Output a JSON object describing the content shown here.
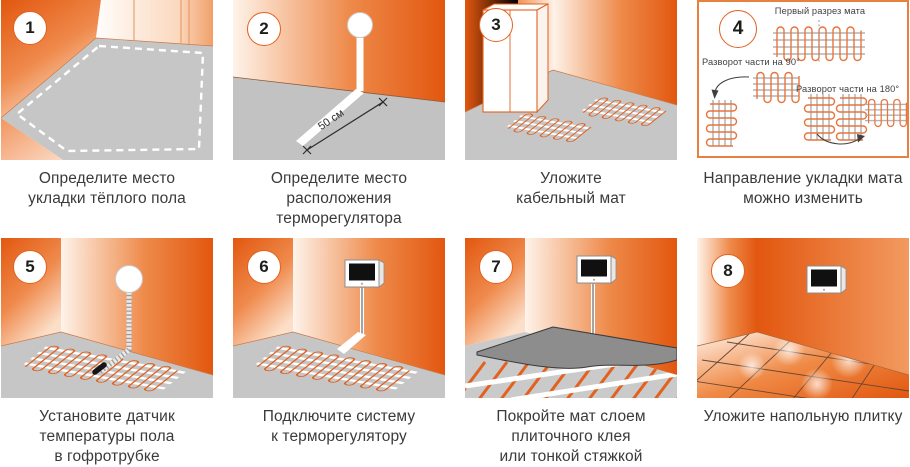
{
  "colors": {
    "accent_orange": "#e2611f",
    "deep_orange": "#e2570f",
    "floor_gray": "#c6c6c6",
    "screed_gray": "#8d8d8d",
    "caption_text": "#3a3a3a"
  },
  "steps": [
    {
      "number": "1",
      "caption": "Определите место\nукладки тёплого пола"
    },
    {
      "number": "2",
      "caption": "Определите место\nрасположения\nтерморегулятора",
      "dimension_label": "50 см"
    },
    {
      "number": "3",
      "caption": "Уложите\nкабельный мат"
    },
    {
      "number": "4",
      "caption": "Направление укладки мата\nможно изменить",
      "annotations": {
        "first_cut": "Первый разрез мата",
        "rotate_90": "Разворот части на 90°",
        "rotate_180": "Разворот части на 180°"
      }
    },
    {
      "number": "5",
      "caption": "Установите датчик\nтемпературы пола\nв гофротрубке"
    },
    {
      "number": "6",
      "caption": "Подключите систему\nк терморегулятору"
    },
    {
      "number": "7",
      "caption": "Покройте мат слоем\nплиточного клея\nили тонкой стяжкой"
    },
    {
      "number": "8",
      "caption": "Уложите напольную плитку"
    }
  ]
}
